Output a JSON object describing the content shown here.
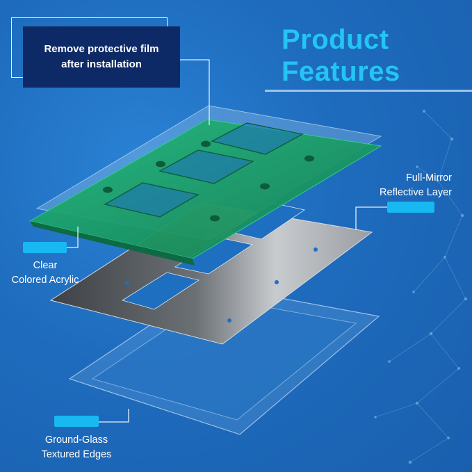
{
  "title": {
    "line1": "Product",
    "line2": "Features"
  },
  "notice": {
    "line1": "Remove protective film",
    "line2": "after installation"
  },
  "callouts": {
    "clear": {
      "line1": "Clear",
      "line2": "Colored Acrylic"
    },
    "mirror": {
      "line1": "Full-Mirror",
      "line2": "Reflective Layer"
    },
    "ground": {
      "line1": "Ground-Glass",
      "line2": "Textured Edges"
    }
  },
  "colors": {
    "background": "#1f6fc0",
    "title": "#24c4f4",
    "accent_tag": "#18b8f2",
    "notice_box": "#0d2a67",
    "acrylic": "#1fa56a",
    "mirror": "#8a8f94",
    "mirror_dark": "#3d4146"
  },
  "icons": {
    "plate_layers": "exploded-wall-plate-layers-illustration",
    "network": "network-constellation-decoration"
  }
}
